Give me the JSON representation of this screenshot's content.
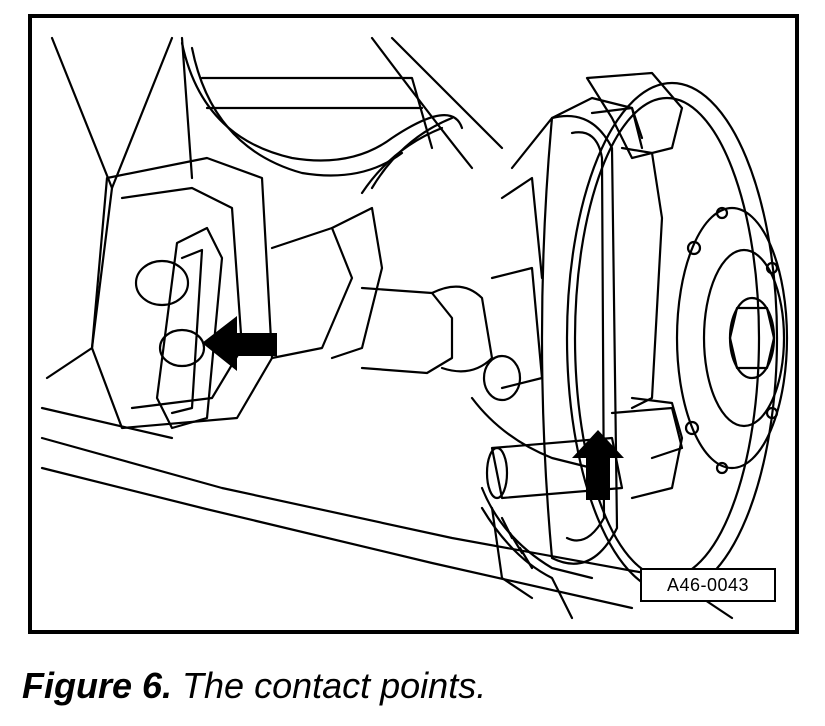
{
  "figure": {
    "reference_code": "A46-0043"
  },
  "caption": {
    "label": "Figure 6.",
    "text": " The contact points."
  },
  "colors": {
    "ink": "#000000",
    "paper": "#ffffff"
  }
}
